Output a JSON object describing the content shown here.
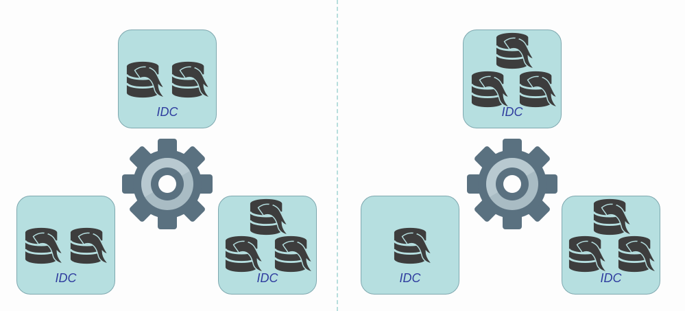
{
  "diagram": {
    "idc_label": "IDC",
    "colors": {
      "box_fill": "#b6dfe0",
      "box_border": "#7da7ae",
      "label": "#2e3c9e",
      "db_icon": "#3d3d3d",
      "gear_outer": "#5a7180",
      "gear_ring": "#a9bcc4",
      "divider": "#b7dedd"
    },
    "icons": [
      "mysql-database-icon",
      "gear-icon"
    ],
    "panels": [
      {
        "name": "left",
        "boxes": [
          {
            "position": "top",
            "databases": 2
          },
          {
            "position": "bottom-left",
            "databases": 2
          },
          {
            "position": "bottom-right",
            "databases": 3
          }
        ]
      },
      {
        "name": "right",
        "boxes": [
          {
            "position": "top",
            "databases": 3
          },
          {
            "position": "bottom-left",
            "databases": 1
          },
          {
            "position": "bottom-right",
            "databases": 3
          }
        ]
      }
    ]
  }
}
